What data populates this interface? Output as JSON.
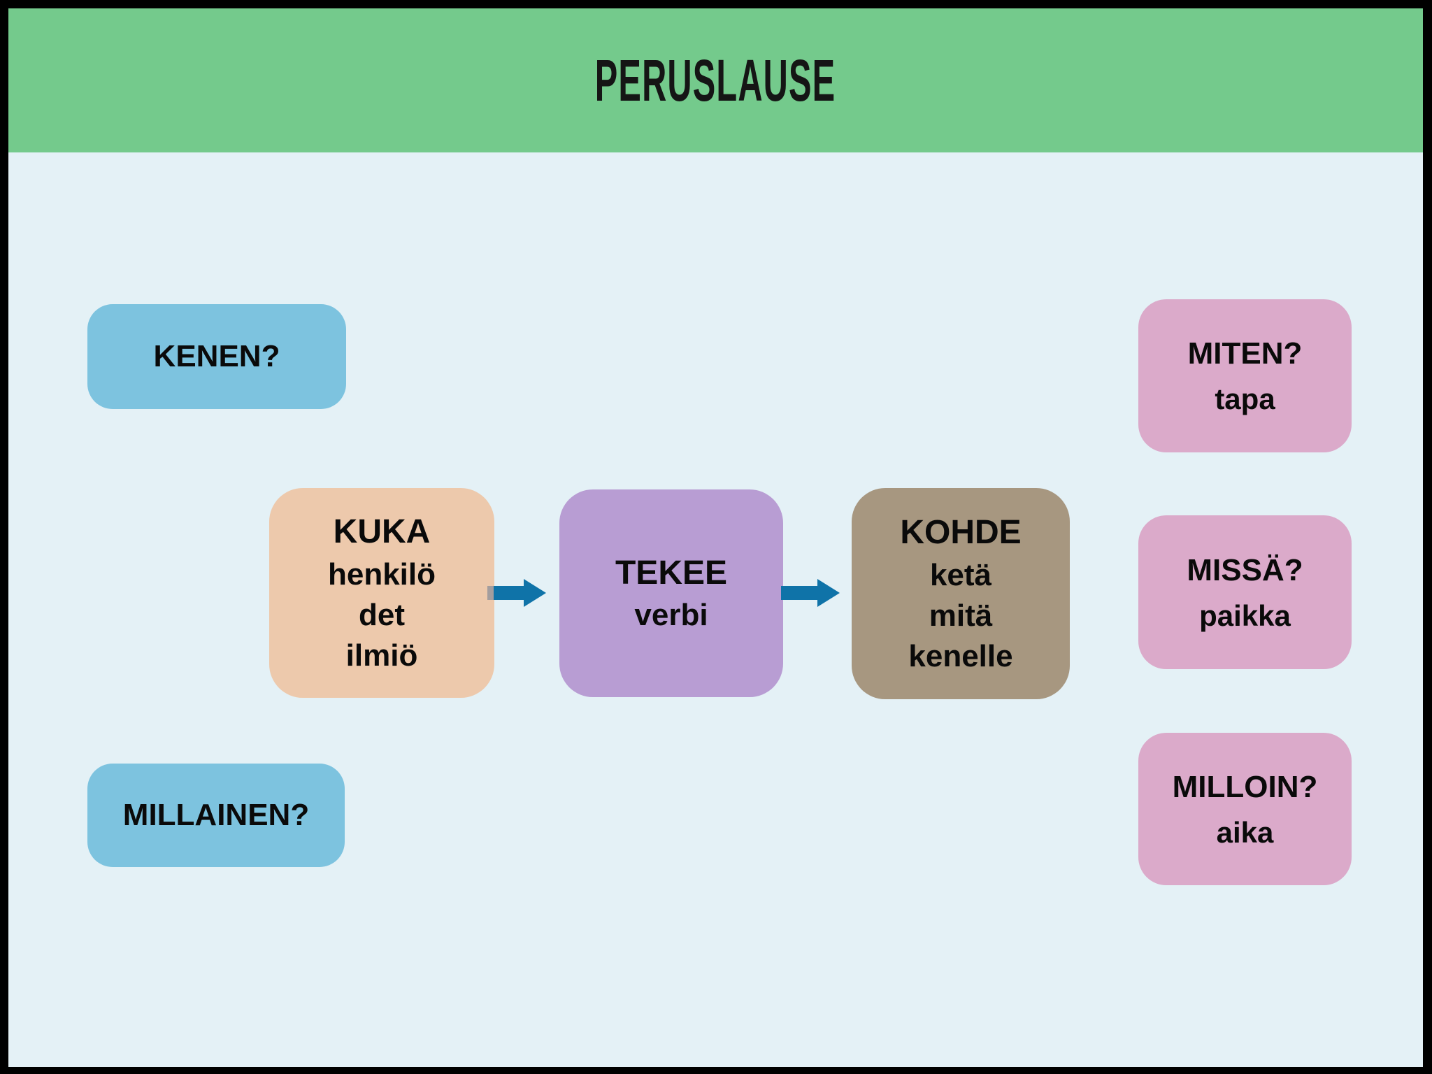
{
  "title": "PERUSLAUSE",
  "colors": {
    "frame": "#000000",
    "header-green": "#74ca8c",
    "canvas-blue": "#e4f1f6",
    "box-blue": "#7dc3df",
    "box-peach": "#edc9ac",
    "box-purple": "#b89dd3",
    "box-taupe": "#a79780",
    "box-pink": "#dbaaca",
    "arrow-blue": "#0f73a8",
    "text": "#0a0a0a"
  },
  "boxes": {
    "kenen": {
      "label": "KENEN?"
    },
    "millainen": {
      "label": "MILLAINEN?"
    },
    "kuka": {
      "title": "KUKA",
      "lines": [
        "henkilö",
        "det",
        "ilmiö"
      ]
    },
    "tekee": {
      "title": "TEKEE",
      "lines": [
        "verbi"
      ]
    },
    "kohde": {
      "title": "KOHDE",
      "lines": [
        "ketä",
        "mitä",
        "kenelle"
      ]
    },
    "miten": {
      "title": "MITEN?",
      "subtitle": "tapa"
    },
    "missa": {
      "title": "MISSÄ?",
      "subtitle": "paikka"
    },
    "milloin": {
      "title": "MILLOIN?",
      "subtitle": "aika"
    }
  }
}
